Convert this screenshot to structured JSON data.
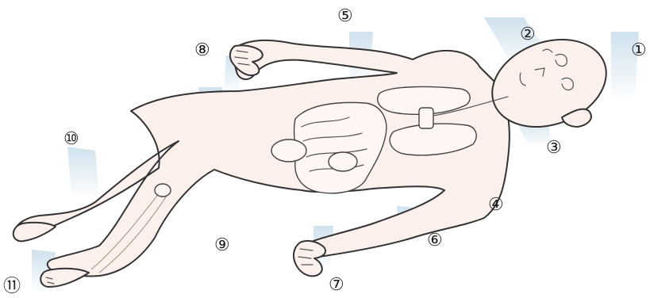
{
  "diagram": {
    "markers": [
      {
        "id": "1",
        "label": "①"
      },
      {
        "id": "2",
        "label": "②"
      },
      {
        "id": "3",
        "label": "③"
      },
      {
        "id": "4",
        "label": "④"
      },
      {
        "id": "5",
        "label": "⑤"
      },
      {
        "id": "6",
        "label": "⑥"
      },
      {
        "id": "7",
        "label": "⑦"
      },
      {
        "id": "8",
        "label": "⑧"
      },
      {
        "id": "9",
        "label": "⑨"
      },
      {
        "id": "10",
        "label": "⑩"
      },
      {
        "id": "11",
        "label": "⑪"
      }
    ],
    "colors": {
      "skin": "#fbf0ec",
      "outline": "#333333",
      "ray": "#9fc4dc",
      "label": "#222222"
    }
  }
}
